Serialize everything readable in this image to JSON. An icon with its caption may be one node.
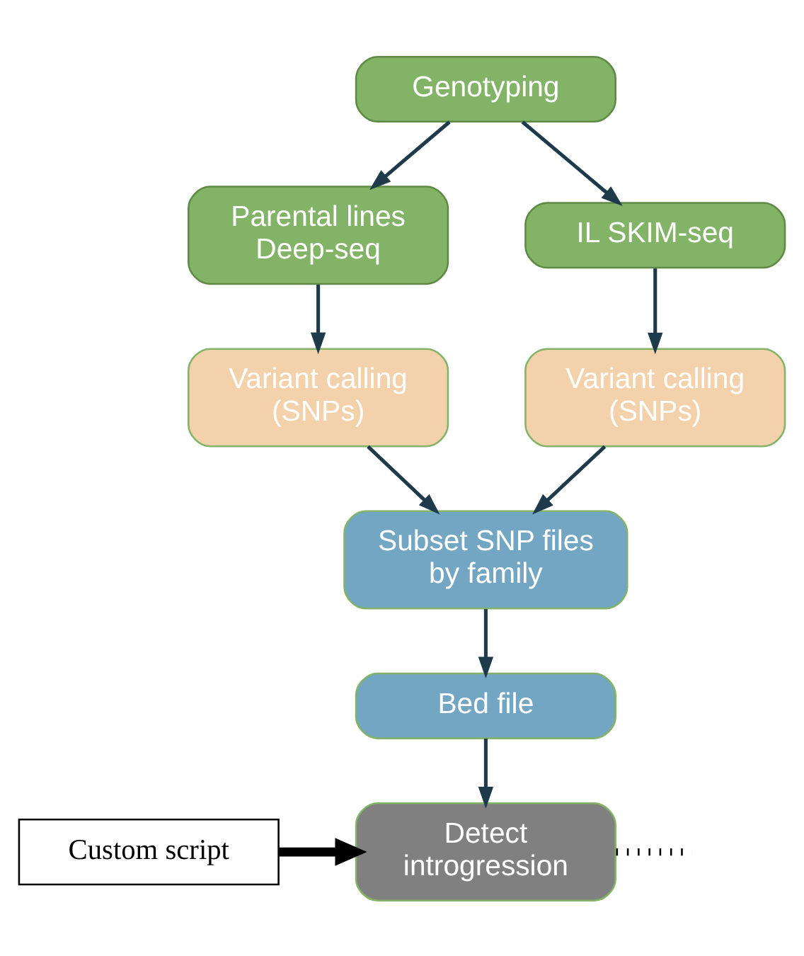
{
  "diagram": {
    "nodes": [
      {
        "text": [
          "Genotyping"
        ]
      },
      {
        "text": [
          "Parental lines Deep-seq"
        ]
      },
      {
        "text": [
          "IL SKIM-seq"
        ]
      },
      {
        "text": [
          "Variant calling (SNPs)"
        ]
      },
      {
        "text": [
          "Variant calling (SNPs)"
        ]
      },
      {
        "text": [
          "Subset SNP files by family"
        ]
      },
      {
        "text": [
          "Bed file"
        ]
      },
      {
        "text": [
          "Custom script"
        ]
      },
      {
        "text": [
          "Detect introgression"
        ]
      }
    ],
    "edges": [
      {
        "from": 0,
        "to": 1,
        "arrow": "to"
      },
      {
        "from": 0,
        "to": 2,
        "arrow": "to"
      },
      {
        "from": 1,
        "to": 3,
        "arrow": "to"
      },
      {
        "from": 2,
        "to": 4,
        "arrow": "to"
      },
      {
        "from": 3,
        "to": 5,
        "arrow": "to"
      },
      {
        "from": 4,
        "to": 5,
        "arrow": "to"
      },
      {
        "from": 5,
        "to": 6,
        "arrow": "to"
      },
      {
        "from": 6,
        "to": 8,
        "arrow": "to"
      },
      {
        "from": 7,
        "to": 8,
        "arrow": "to",
        "style": "thick",
        "color": "#000000"
      },
      {
        "from": 8,
        "to": null,
        "arrow": "none",
        "style": "dashed",
        "color": "#000000"
      }
    ]
  }
}
